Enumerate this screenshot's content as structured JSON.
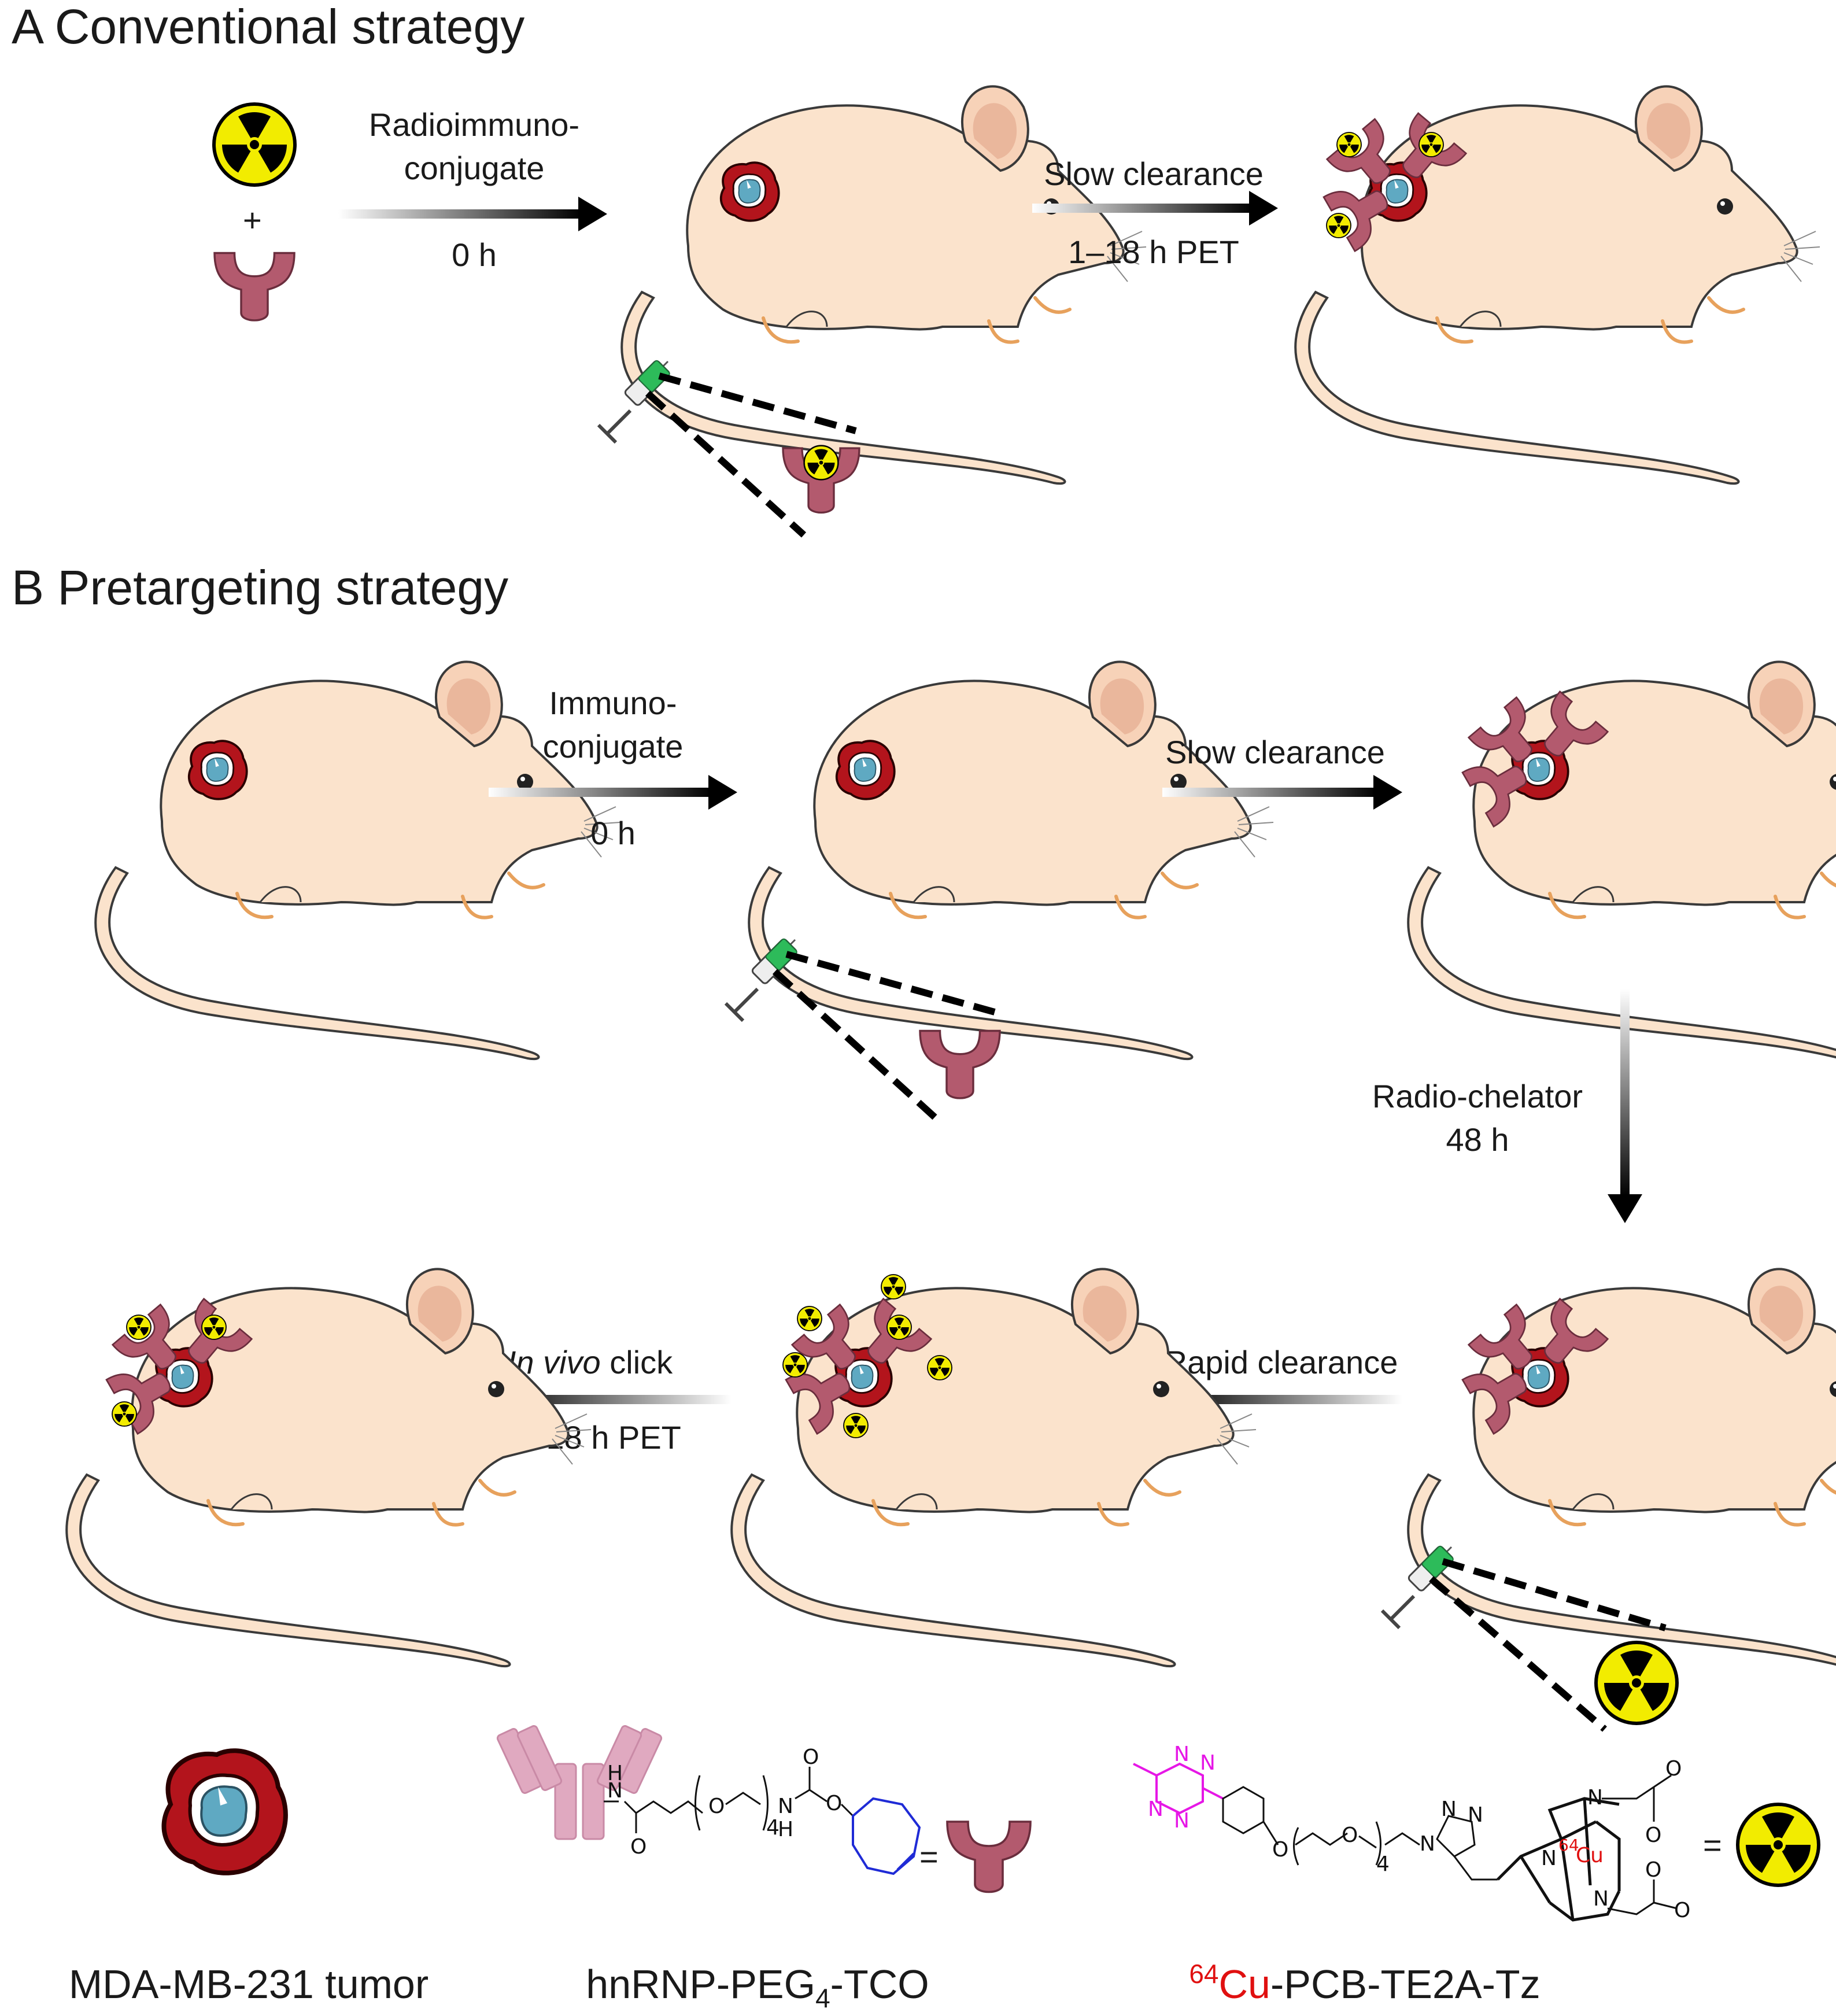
{
  "panel_a": {
    "heading": "A Conventional strategy",
    "plus": "+",
    "step1_line1": "Radioimmuno-",
    "step1_line2": "conjugate",
    "step1_time": "0 h",
    "step2_label": "Slow clearance",
    "step2_time": "1–18 h PET"
  },
  "panel_b": {
    "heading": "B Pretargeting strategy",
    "step1_line1": "Immuno-",
    "step1_line2": "conjugate",
    "step1_time": "0 h",
    "step2_label": "Slow clearance",
    "step3_label": "Radio-chelator",
    "step3_time": "48 h",
    "step4_label": "Rapid clearance",
    "step5_italic": "In vivo",
    "step5_rest": " click",
    "step5_time": "1–18 h PET"
  },
  "legend": {
    "tumor_label": "MDA-MB-231 tumor",
    "conjugate_prefix": "hnRNP-PEG",
    "conjugate_sub": "4",
    "conjugate_suffix": "-TCO",
    "chelator_sup": "64",
    "chelator_cu": "Cu",
    "chelator_rest": "-PCB-TE2A-Tz",
    "equals": "="
  },
  "chem": {
    "n": "N",
    "h": "H",
    "o": "O",
    "four": "4",
    "cu64_sup": "64",
    "cu": "Cu"
  },
  "colors": {
    "mouse_body": "#fbe3cc",
    "mouse_outline": "#3a3a3a",
    "antibody": "#b35a6e",
    "tumor_red": "#b3141c",
    "tumor_core": "#5fa9c2",
    "radio_yellow": "#f2ec00",
    "syringe_green": "#2dbb5a",
    "tetrazine_magenta": "#e617e6",
    "tco_blue": "#1f2bd6",
    "cu_red": "#e01010"
  }
}
